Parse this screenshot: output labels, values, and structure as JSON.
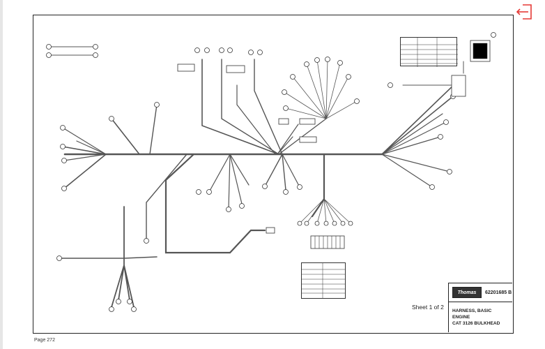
{
  "sheet_label": "Sheet 1 of 2",
  "page_label": "Page 272",
  "title_block": {
    "logo_text": "Thomas",
    "part_number": "62201685 B",
    "title_line1": "HARNESS, BASIC ENGINE",
    "title_line2": "CAT 3126 BULKHEAD"
  },
  "colors": {
    "wire": "#555555",
    "ink": "#222222",
    "exit_icon": "#e53935"
  },
  "icons": {
    "exit": "exit-icon"
  }
}
